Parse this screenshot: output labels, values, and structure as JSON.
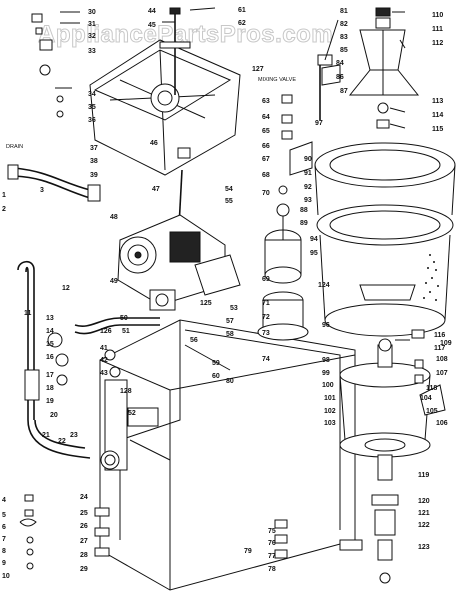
{
  "watermark": "AppliancePartsPros.com",
  "notes": {
    "drain": "DRAIN",
    "mixing_valve": "MIXING VALVE"
  },
  "callouts": [
    "30",
    "31",
    "32",
    "33",
    "34",
    "35",
    "36",
    "37",
    "38",
    "39",
    "1",
    "2",
    "3",
    "4",
    "5",
    "6",
    "7",
    "8",
    "9",
    "10",
    "11",
    "12",
    "13",
    "14",
    "15",
    "16",
    "17",
    "18",
    "19",
    "20",
    "21",
    "22",
    "23",
    "24",
    "25",
    "26",
    "27",
    "28",
    "29",
    "41",
    "42",
    "43",
    "44",
    "45",
    "46",
    "47",
    "48",
    "49",
    "50",
    "51",
    "52",
    "53",
    "54",
    "55",
    "56",
    "57",
    "58",
    "59",
    "60",
    "61",
    "62",
    "63",
    "64",
    "65",
    "66",
    "67",
    "68",
    "69",
    "70",
    "71",
    "72",
    "73",
    "74",
    "75",
    "76",
    "77",
    "78",
    "79",
    "80",
    "81",
    "82",
    "83",
    "84",
    "85",
    "86",
    "87",
    "88",
    "89",
    "90",
    "91",
    "92",
    "93",
    "94",
    "95",
    "96",
    "97",
    "98",
    "99",
    "100",
    "101",
    "102",
    "103",
    "104",
    "105",
    "106",
    "107",
    "108",
    "109",
    "110",
    "111",
    "112",
    "113",
    "114",
    "115",
    "116",
    "117",
    "118",
    "119",
    "120",
    "121",
    "122",
    "123",
    "124",
    "125",
    "126",
    "127",
    "128"
  ]
}
